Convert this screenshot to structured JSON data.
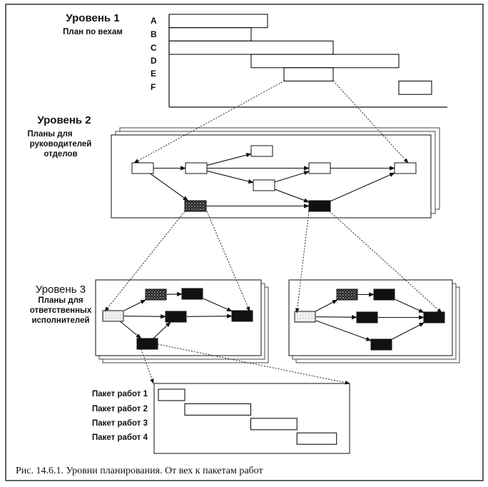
{
  "figure": {
    "caption": "Рис. 14.6.1. Уровни планирования. От вех к пакетам работ"
  },
  "level1": {
    "title": "Уровень 1",
    "subtitle": "План по вехам",
    "rows": [
      "A",
      "B",
      "C",
      "D",
      "E",
      "F"
    ],
    "milestone_bars": [
      {
        "row": "A",
        "start": 0,
        "end": 6
      },
      {
        "row": "B",
        "start": 0,
        "end": 5
      },
      {
        "row": "C",
        "start": 0,
        "end": 10
      },
      {
        "row": "D",
        "start": 5,
        "end": 14
      },
      {
        "row": "E",
        "start": 7,
        "end": 10
      },
      {
        "row": "F",
        "start": 14,
        "end": 16
      }
    ],
    "expanded_row": "E"
  },
  "level2": {
    "title": "Уровень 2",
    "subtitle_lines": [
      "Планы для",
      "руководителей",
      "отделов"
    ],
    "nodes": [
      {
        "id": "n1",
        "style": "white"
      },
      {
        "id": "n2",
        "style": "white"
      },
      {
        "id": "n3",
        "style": "white"
      },
      {
        "id": "n4",
        "style": "white"
      },
      {
        "id": "n5",
        "style": "white"
      },
      {
        "id": "n6",
        "style": "white"
      },
      {
        "id": "n7",
        "style": "black"
      },
      {
        "id": "n8",
        "style": "hatched"
      }
    ],
    "edges": [
      [
        "n1",
        "n2"
      ],
      [
        "n1",
        "n8"
      ],
      [
        "n2",
        "n3"
      ],
      [
        "n2",
        "n4"
      ],
      [
        "n2",
        "n5"
      ],
      [
        "n5",
        "n4"
      ],
      [
        "n5",
        "n7"
      ],
      [
        "n8",
        "n7"
      ],
      [
        "n4",
        "n6"
      ],
      [
        "n7",
        "n6"
      ]
    ],
    "expands_to_level3": [
      "n8",
      "n7"
    ]
  },
  "level3": {
    "title": "Уровень 3",
    "subtitle_lines": [
      "Планы для",
      "ответственных",
      "исполнителей"
    ],
    "networks": [
      {
        "id": "left",
        "parent": "n8",
        "nodes": [
          {
            "id": "l1",
            "style": "dotted"
          },
          {
            "id": "l2",
            "style": "hatched"
          },
          {
            "id": "l3",
            "style": "black"
          },
          {
            "id": "l4",
            "style": "black"
          },
          {
            "id": "l5",
            "style": "black"
          },
          {
            "id": "l6",
            "style": "black"
          }
        ],
        "edges": [
          [
            "l1",
            "l2"
          ],
          [
            "l2",
            "l3"
          ],
          [
            "l3",
            "l5"
          ],
          [
            "l1",
            "l4"
          ],
          [
            "l4",
            "l5"
          ],
          [
            "l1",
            "l6"
          ],
          [
            "l6",
            "l4"
          ]
        ],
        "expands_to_work_packages": "l6"
      },
      {
        "id": "right",
        "parent": "n7",
        "nodes": [
          {
            "id": "r1",
            "style": "dotted"
          },
          {
            "id": "r2",
            "style": "hatched"
          },
          {
            "id": "r3",
            "style": "black"
          },
          {
            "id": "r4",
            "style": "black"
          },
          {
            "id": "r5",
            "style": "black"
          },
          {
            "id": "r6",
            "style": "black"
          }
        ],
        "edges": [
          [
            "r1",
            "r2"
          ],
          [
            "r2",
            "r3"
          ],
          [
            "r3",
            "r5"
          ],
          [
            "r1",
            "r4"
          ],
          [
            "r4",
            "r5"
          ],
          [
            "r1",
            "r6"
          ],
          [
            "r6",
            "r5"
          ]
        ]
      }
    ]
  },
  "work_packages": {
    "items": [
      {
        "label": "Пакет работ 1",
        "start": 0,
        "end": 2
      },
      {
        "label": "Пакет работ 2",
        "start": 2,
        "end": 7
      },
      {
        "label": "Пакет работ 3",
        "start": 7,
        "end": 10.5
      },
      {
        "label": "Пакет работ 4",
        "start": 10.5,
        "end": 13.5
      }
    ]
  },
  "colors": {
    "ink": "#111111",
    "paper": "#ffffff",
    "hatched": "#555555",
    "dotted": "#dddddd"
  }
}
